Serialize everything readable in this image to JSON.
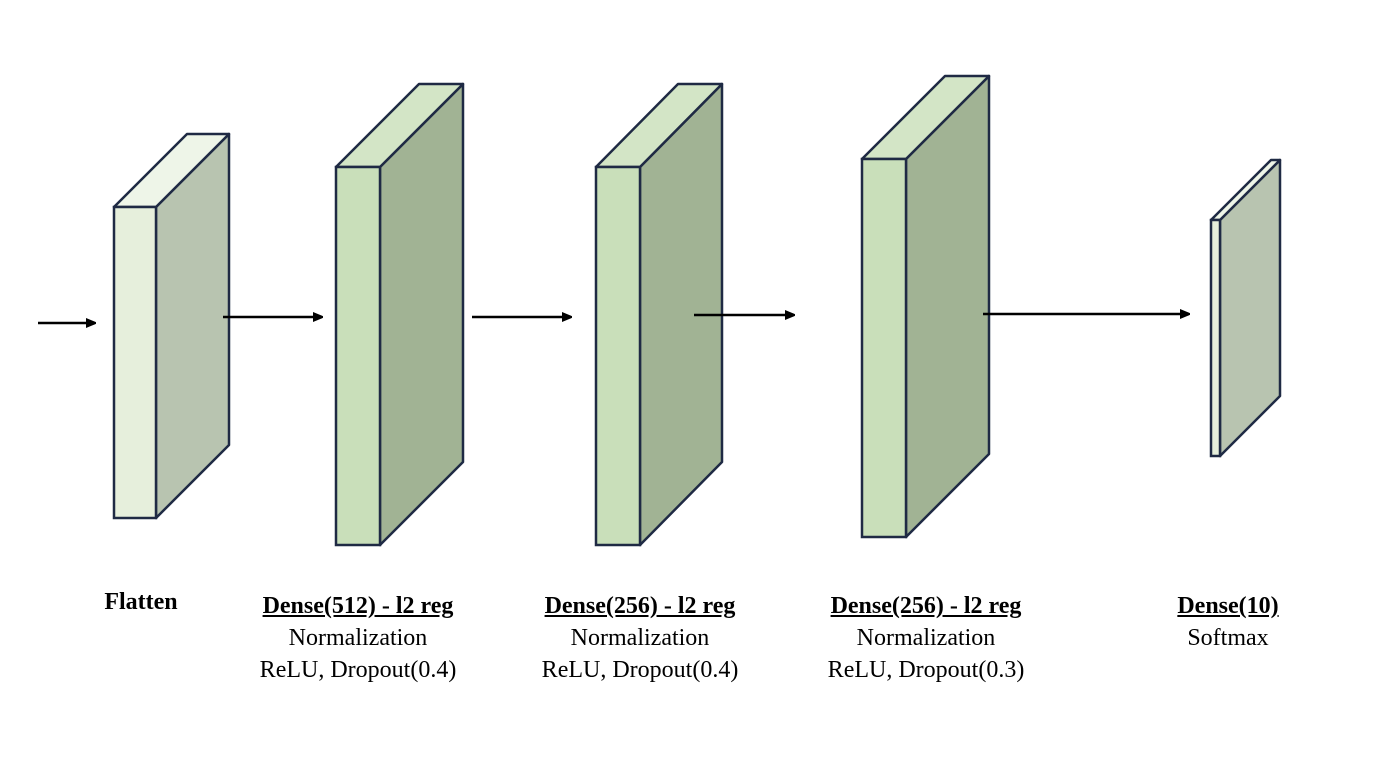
{
  "colors": {
    "stroke": "#1f2a44",
    "front_light": "#e6efdc",
    "side_light": "#b8c4b0",
    "top_light": "#eef5e8",
    "front_mid": "#c9dfba",
    "side_mid": "#a1b394",
    "top_mid": "#d3e5c6",
    "arrow": "#000000"
  },
  "layers": [
    {
      "name": "Flatten",
      "underline": false,
      "lines": []
    },
    {
      "name": "Dense(512) - l2 reg",
      "underline": true,
      "lines": [
        "Normalization",
        "ReLU, Dropout(0.4)"
      ]
    },
    {
      "name": "Dense(256) - l2 reg",
      "underline": true,
      "lines": [
        "Normalization",
        "ReLU, Dropout(0.4)"
      ]
    },
    {
      "name": "Dense(256) - l2 reg",
      "underline": true,
      "lines": [
        "Normalization",
        "ReLU, Dropout(0.3)"
      ]
    },
    {
      "name": "Dense(10)",
      "underline": true,
      "lines": [
        "Softmax"
      ]
    }
  ]
}
